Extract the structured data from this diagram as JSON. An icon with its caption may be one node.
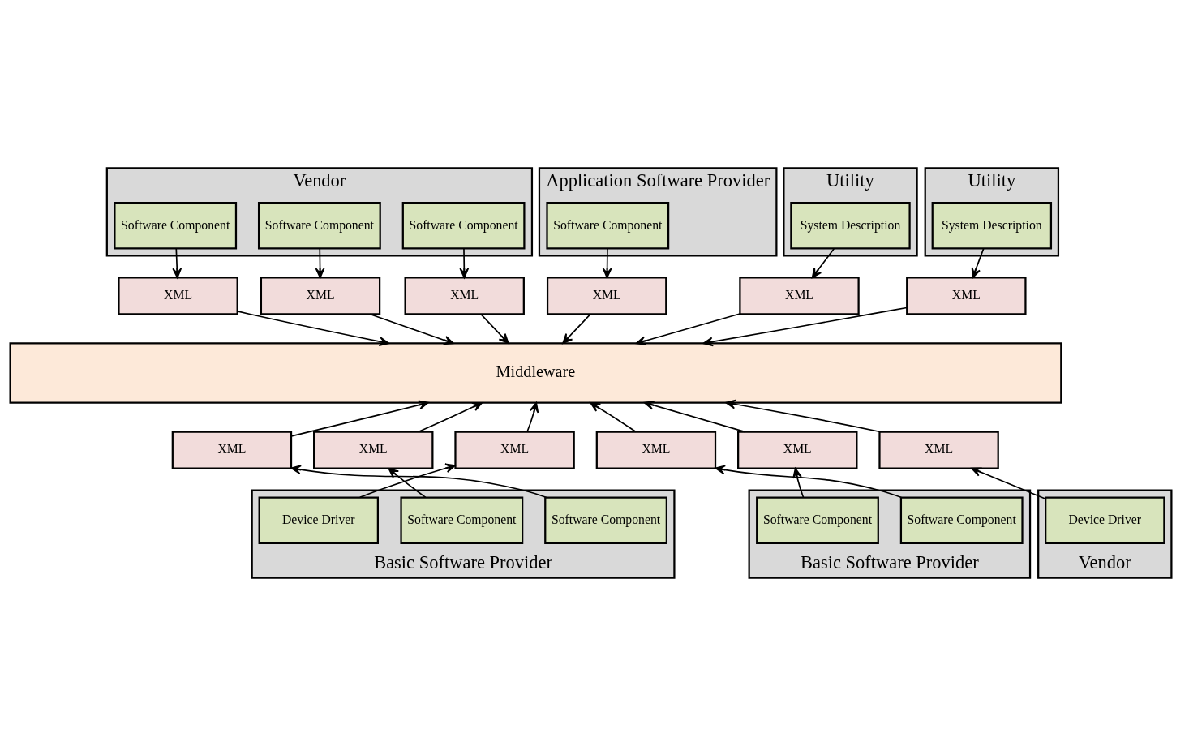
{
  "diagram": {
    "nodes": [
      {
        "text": [
          "Vendor"
        ]
      },
      {
        "text": [
          "Software Component"
        ],
        "in": 0
      },
      {
        "text": [
          "Software Component"
        ],
        "in": 0
      },
      {
        "text": [
          "Software Component"
        ],
        "in": 0
      },
      {
        "text": [
          "Application Software Provider"
        ]
      },
      {
        "text": [
          "Software Component"
        ],
        "in": 4
      },
      {
        "text": [
          "Utility"
        ]
      },
      {
        "text": [
          "System Description"
        ],
        "in": 6
      },
      {
        "text": [
          "Utility"
        ]
      },
      {
        "text": [
          "System Description"
        ],
        "in": 8
      },
      {
        "text": [
          "XML"
        ]
      },
      {
        "text": [
          "XML"
        ]
      },
      {
        "text": [
          "XML"
        ]
      },
      {
        "text": [
          "XML"
        ]
      },
      {
        "text": [
          "XML"
        ]
      },
      {
        "text": [
          "XML"
        ]
      },
      {
        "text": [
          "Middleware"
        ]
      },
      {
        "text": [
          "XML"
        ]
      },
      {
        "text": [
          "XML"
        ]
      },
      {
        "text": [
          "XML"
        ]
      },
      {
        "text": [
          "XML"
        ]
      },
      {
        "text": [
          "XML"
        ]
      },
      {
        "text": [
          "XML"
        ]
      },
      {
        "text": [
          "Basic Software Provider"
        ]
      },
      {
        "text": [
          "Software Component"
        ],
        "in": 23
      },
      {
        "text": [
          "Software Component"
        ],
        "in": 23
      },
      {
        "text": [
          "Device Driver"
        ],
        "in": 23
      },
      {
        "text": [
          "Basic Software Provider"
        ]
      },
      {
        "text": [
          "Software Component"
        ],
        "in": 27
      },
      {
        "text": [
          "Software Component"
        ],
        "in": 27
      },
      {
        "text": [
          "Vendor"
        ]
      },
      {
        "text": [
          "Device Driver"
        ],
        "in": 30
      }
    ],
    "edges": [
      {
        "from": 1,
        "to": 10,
        "arrow": "to"
      },
      {
        "from": 2,
        "to": 11,
        "arrow": "to"
      },
      {
        "from": 3,
        "to": 12,
        "arrow": "to"
      },
      {
        "from": 5,
        "to": 13,
        "arrow": "to"
      },
      {
        "from": 7,
        "to": 14,
        "arrow": "to"
      },
      {
        "from": 9,
        "to": 15,
        "arrow": "to"
      },
      {
        "from": 10,
        "to": 16,
        "arrow": "to"
      },
      {
        "from": 11,
        "to": 16,
        "arrow": "to"
      },
      {
        "from": 12,
        "to": 16,
        "arrow": "to"
      },
      {
        "from": 13,
        "to": 16,
        "arrow": "to"
      },
      {
        "from": 14,
        "to": 16,
        "arrow": "to"
      },
      {
        "from": 15,
        "to": 16,
        "arrow": "to"
      },
      {
        "from": 24,
        "to": 17,
        "arrow": "to"
      },
      {
        "from": 25,
        "to": 18,
        "arrow": "to"
      },
      {
        "from": 26,
        "to": 19,
        "arrow": "to"
      },
      {
        "from": 28,
        "to": 20,
        "arrow": "to"
      },
      {
        "from": 29,
        "to": 21,
        "arrow": "to"
      },
      {
        "from": 31,
        "to": 22,
        "arrow": "to"
      },
      {
        "from": 17,
        "to": 16,
        "arrow": "to"
      },
      {
        "from": 18,
        "to": 16,
        "arrow": "to"
      },
      {
        "from": 19,
        "to": 16,
        "arrow": "to"
      },
      {
        "from": 20,
        "to": 16,
        "arrow": "to"
      },
      {
        "from": 21,
        "to": 16,
        "arrow": "to"
      },
      {
        "from": 22,
        "to": 16,
        "arrow": "to"
      }
    ]
  }
}
